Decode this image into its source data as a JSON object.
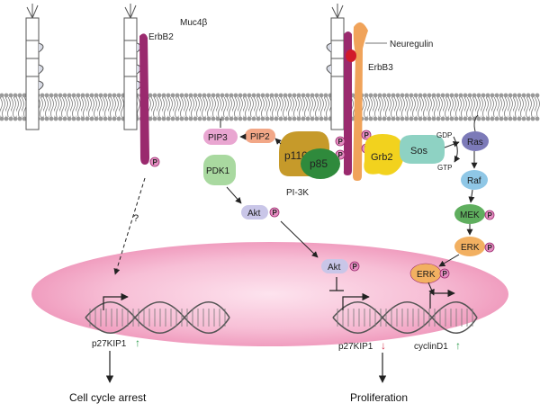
{
  "diagram": {
    "labels": {
      "muc4b": "Muc4β",
      "erbb2": "ErbB2",
      "neuregulin": "Neuregulin",
      "erbb3": "ErbB3",
      "question": "?",
      "pip3": "PIP3",
      "pip2": "PIP2",
      "pdk1": "PDK1",
      "p110": "p110",
      "p85": "p85",
      "pi3k": "PI-3K",
      "grb2": "Grb2",
      "sos": "Sos",
      "gdp": "GDP",
      "gtp": "GTP",
      "ras": "Ras",
      "raf": "Raf",
      "mek": "MEK",
      "erk_cyto": "ERK",
      "erk_nuc": "ERK",
      "akt_cyto": "Akt",
      "akt_nuc": "Akt",
      "p": "P",
      "p27_left": "p27KIP1",
      "p27_right": "p27KIP1",
      "cyclind1": "cyclinD1",
      "up_arrow": "↑",
      "down_arrow": "↓",
      "cell_cycle_arrest": "Cell cycle arrest",
      "proliferation": "Proliferation"
    },
    "colors": {
      "membrane_head": "#9a9a9a",
      "nucleus_pink": "#f3a9c6",
      "erbb2": "#9a2a6e",
      "erbb3": "#f0a35a",
      "neuregulin": "#d11a2a",
      "akt": "#c9c6e8",
      "pip3": "#e9a6d1",
      "pip2": "#f2a787",
      "pdk1": "#a9d9a0",
      "p110": "#c69a2a",
      "p85": "#2f8a3c",
      "grb2": "#f2d21e",
      "sos": "#8ed2c3",
      "ras": "#7c7ab8",
      "raf": "#8fc7e6",
      "mek": "#5fae5e",
      "erk": "#f2b061",
      "phospho": "#e58fc2",
      "up": "#2a9a4a",
      "down": "#d4314b"
    }
  }
}
